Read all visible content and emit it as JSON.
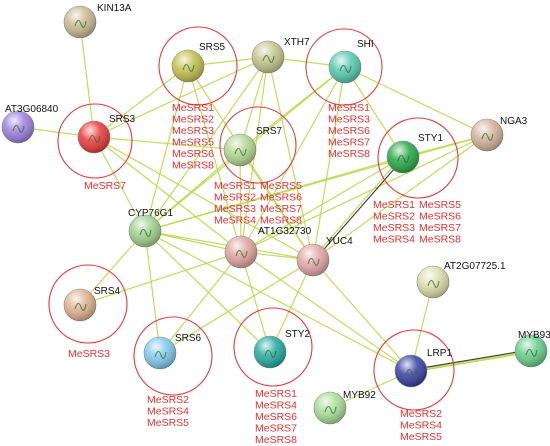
{
  "colors": {
    "circle_stroke": "#e23a3a",
    "edge_green": "#b8d84a",
    "edge_dark": "#3a3a3a",
    "label_text": "#111111",
    "mesrs_text": "#e03030"
  },
  "nodes": [
    {
      "id": "KIN13A",
      "label": "KIN13A",
      "color": "#c8b890"
    },
    {
      "id": "AT3G06840",
      "label": "AT3G06840",
      "color": "#9b7fe0"
    },
    {
      "id": "SRS3",
      "label": "SRS3",
      "color": "#e8383a"
    },
    {
      "id": "SRS5",
      "label": "SRS5",
      "color": "#c2bf4c"
    },
    {
      "id": "XTH7",
      "label": "XTH7",
      "color": "#c2c48a"
    },
    {
      "id": "SHI",
      "label": "SHI",
      "color": "#56c8ad"
    },
    {
      "id": "NGA3",
      "label": "NGA3",
      "color": "#d4b29a"
    },
    {
      "id": "SRS7",
      "label": "SRS7",
      "color": "#b2d68c"
    },
    {
      "id": "STY1",
      "label": "STY1",
      "color": "#25a845"
    },
    {
      "id": "CYP76G1",
      "label": "CYP76G1",
      "color": "#9ed08c"
    },
    {
      "id": "AT1G32730",
      "label": "AT1G32730",
      "color": "#e0a29e"
    },
    {
      "id": "YUC4",
      "label": "YUC4",
      "color": "#e2a4a4"
    },
    {
      "id": "AT2G07725.1",
      "label": "AT2G07725.1",
      "color": "#dcdcaa"
    },
    {
      "id": "SRS4",
      "label": "SRS4",
      "color": "#deb08c"
    },
    {
      "id": "SRS6",
      "label": "SRS6",
      "color": "#7ec8ec"
    },
    {
      "id": "STY2",
      "label": "STY2",
      "color": "#22a89e"
    },
    {
      "id": "LRP1",
      "label": "LRP1",
      "color": "#3540a0"
    },
    {
      "id": "MYB93",
      "label": "MYB93",
      "color": "#66cc88"
    },
    {
      "id": "MYB92",
      "label": "MYB92",
      "color": "#a8dc96"
    }
  ],
  "highlight_groups": [
    {
      "node": "SRS5",
      "members": [
        "MeSRS1",
        "MeSRS2",
        "MeSRS3",
        "MeSRS5",
        "MeSRS6",
        "MeSRS8"
      ]
    },
    {
      "node": "SHI",
      "members": [
        "MeSRS1",
        "MeSRS3",
        "MeSRS6",
        "MeSRS7",
        "MeSRS8"
      ]
    },
    {
      "node": "SRS3",
      "members": [
        "MeSRS7"
      ]
    },
    {
      "node": "SRS7",
      "members": [
        "MeSRS1",
        "MeSRS5",
        "MeSRS2",
        "MeSRS6",
        "MeSRS3",
        "MeSRS7",
        "MeSRS4",
        "MeSRS8"
      ]
    },
    {
      "node": "STY1",
      "members": [
        "MeSRS1",
        "MeSRS5",
        "MeSRS2",
        "MeSRS6",
        "MeSRS3",
        "MeSRS7",
        "MeSRS4",
        "MeSRS8"
      ]
    },
    {
      "node": "SRS4",
      "members": [
        "MeSRS3"
      ]
    },
    {
      "node": "SRS6",
      "members": [
        "MeSRS2",
        "MeSRS4",
        "MeSRS5"
      ]
    },
    {
      "node": "STY2",
      "members": [
        "MeSRS1",
        "MeSRS4",
        "MeSRS6",
        "MeSRS7",
        "MeSRS8"
      ]
    },
    {
      "node": "LRP1",
      "members": [
        "MeSRS2",
        "MeSRS4",
        "MeSRS5"
      ]
    }
  ],
  "edges": [
    [
      "KIN13A",
      "SRS3"
    ],
    [
      "AT3G06840",
      "SRS3"
    ],
    [
      "SRS3",
      "SRS5"
    ],
    [
      "SRS3",
      "XTH7"
    ],
    [
      "SRS3",
      "SRS7"
    ],
    [
      "SRS3",
      "CYP76G1"
    ],
    [
      "SRS3",
      "AT1G32730"
    ],
    [
      "SRS3",
      "YUC4"
    ],
    [
      "SRS5",
      "XTH7"
    ],
    [
      "SRS5",
      "CYP76G1"
    ],
    [
      "SRS5",
      "AT1G32730"
    ],
    [
      "SRS5",
      "YUC4"
    ],
    [
      "XTH7",
      "SHI"
    ],
    [
      "XTH7",
      "SRS7"
    ],
    [
      "XTH7",
      "CYP76G1"
    ],
    [
      "XTH7",
      "AT1G32730"
    ],
    [
      "XTH7",
      "YUC4"
    ],
    [
      "SHI",
      "SRS7"
    ],
    [
      "SHI",
      "CYP76G1"
    ],
    [
      "SHI",
      "AT1G32730"
    ],
    [
      "SHI",
      "YUC4"
    ],
    [
      "SHI",
      "NGA3"
    ],
    [
      "SHI",
      "STY1"
    ],
    [
      "NGA3",
      "STY1"
    ],
    [
      "NGA3",
      "CYP76G1"
    ],
    [
      "NGA3",
      "AT1G32730"
    ],
    [
      "NGA3",
      "YUC4"
    ],
    [
      "SRS7",
      "CYP76G1"
    ],
    [
      "SRS7",
      "AT1G32730"
    ],
    [
      "SRS7",
      "YUC4"
    ],
    [
      "STY1",
      "CYP76G1"
    ],
    [
      "STY1",
      "AT1G32730"
    ],
    [
      "CYP76G1",
      "AT1G32730"
    ],
    [
      "CYP76G1",
      "YUC4"
    ],
    [
      "CYP76G1",
      "SRS4"
    ],
    [
      "CYP76G1",
      "SRS6"
    ],
    [
      "CYP76G1",
      "STY2"
    ],
    [
      "CYP76G1",
      "LRP1"
    ],
    [
      "AT1G32730",
      "YUC4"
    ],
    [
      "AT1G32730",
      "SRS4"
    ],
    [
      "AT1G32730",
      "SRS6"
    ],
    [
      "AT1G32730",
      "STY2"
    ],
    [
      "AT1G32730",
      "LRP1"
    ],
    [
      "YUC4",
      "SRS6"
    ],
    [
      "YUC4",
      "STY2"
    ],
    [
      "YUC4",
      "LRP1"
    ],
    [
      "AT2G07725.1",
      "LRP1"
    ],
    [
      "LRP1",
      "MYB93"
    ],
    [
      "LRP1",
      "MYB92"
    ]
  ],
  "dark_edges": [
    [
      "STY1",
      "YUC4"
    ],
    [
      "LRP1",
      "MYB93"
    ]
  ]
}
